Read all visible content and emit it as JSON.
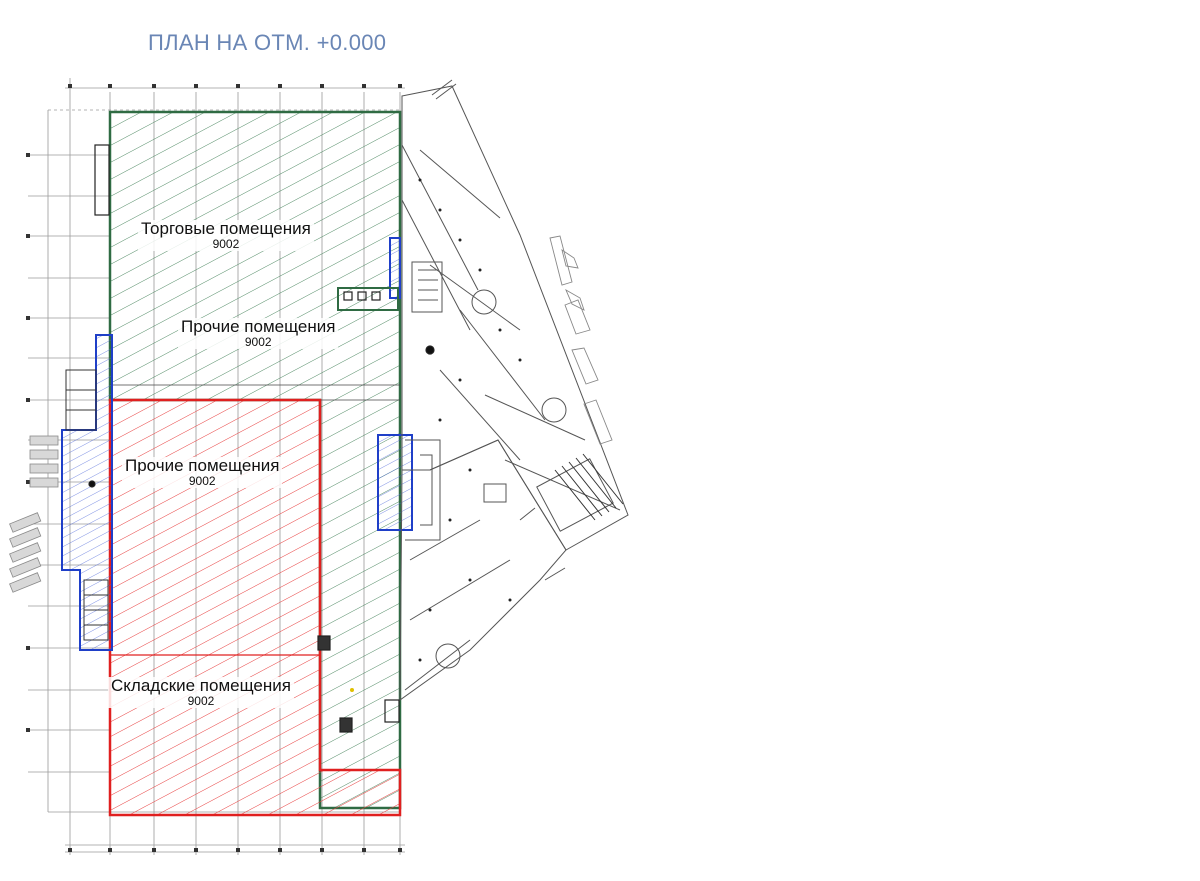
{
  "title": "ПЛАН НА ОТМ. +0.000",
  "zones": [
    {
      "id": "trade",
      "name": "Торговые помещения",
      "code": "9002"
    },
    {
      "id": "other-1",
      "name": "Прочие помещения",
      "code": "9002"
    },
    {
      "id": "other-2",
      "name": "Прочие помещения",
      "code": "9002"
    },
    {
      "id": "storage",
      "name": "Складские помещения",
      "code": "9002"
    }
  ],
  "colors": {
    "title": "#6a86b5",
    "trade_outline": "#2f6b43",
    "trade_hatch": "#3f7f55",
    "storage_outline": "#e02020",
    "storage_hatch": "#e84040",
    "aux_outline": "#1f3fc8",
    "linework": "#555555"
  }
}
